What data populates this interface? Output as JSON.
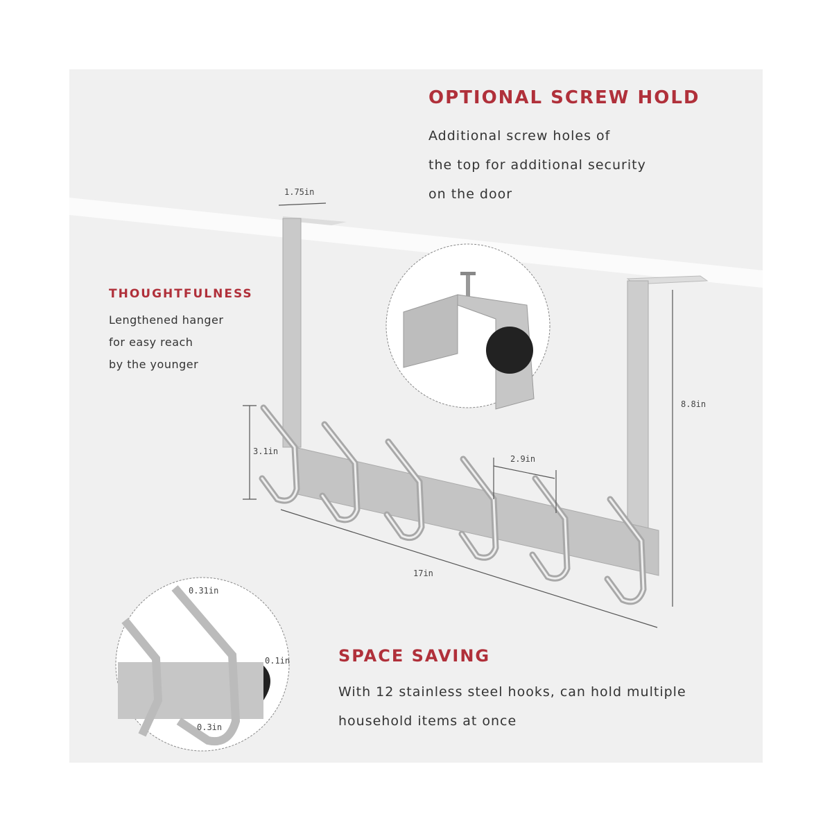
{
  "screw_hold": {
    "title": "OPTIONAL SCREW HOLD",
    "lines": [
      "Additional screw holes of",
      "the top for additional security",
      "on the door"
    ]
  },
  "thoughtfulness": {
    "title": "THOUGHTFULNESS",
    "lines": [
      "Lengthened hanger",
      "for easy reach",
      "by the younger"
    ]
  },
  "space_saving": {
    "title": "SPACE SAVING",
    "lines": [
      "With 12 stainless steel hooks, can hold multiple",
      "household items at once"
    ]
  },
  "dimensions": {
    "top_width": "1.75in",
    "height": "8.8in",
    "hook_height": "3.1in",
    "hook_spacing": "2.9in",
    "length": "17in",
    "hook_width": "0.31in",
    "thickness": "0.1in",
    "hook_gap": "0.3in"
  },
  "colors": {
    "accent": "#b0303a",
    "panel": "#f0f0f0",
    "steel": "#c8c8c8"
  }
}
